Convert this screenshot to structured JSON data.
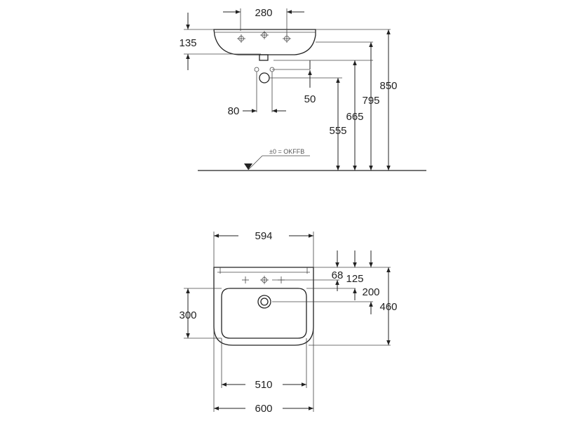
{
  "side_view": {
    "dims": {
      "width_top": "280",
      "rim_height": "135",
      "waste_spacing": "80",
      "waste_offset": "50",
      "h555": "555",
      "h665": "665",
      "h795": "795",
      "h850": "850"
    },
    "floor_label": "±0 = OKFFB"
  },
  "plan_view": {
    "dims": {
      "overall_top": "594",
      "d68": "68",
      "d125": "125",
      "d200": "200",
      "d460": "460",
      "d300": "300",
      "inner_width": "510",
      "overall_width": "600"
    }
  }
}
